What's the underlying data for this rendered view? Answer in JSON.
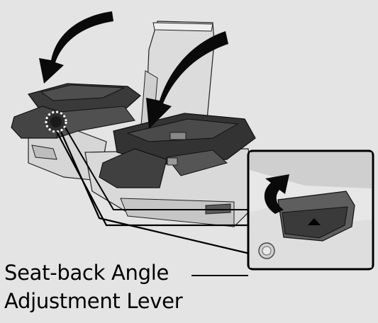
{
  "callout": {
    "line1": "Seat-back Angle",
    "line2": "Adjustment Lever"
  },
  "colors": {
    "background": "#e4e4e4",
    "seat_dark": "#3a3a3a",
    "seat_mid": "#5a5a5a",
    "seat_light": "#d9d9d9",
    "line": "#000000"
  },
  "icons": {
    "fold_arrow_left": "curved-arrow-down",
    "fold_arrow_right": "curved-arrow-down",
    "lever_arrow": "curved-arrow-up"
  }
}
